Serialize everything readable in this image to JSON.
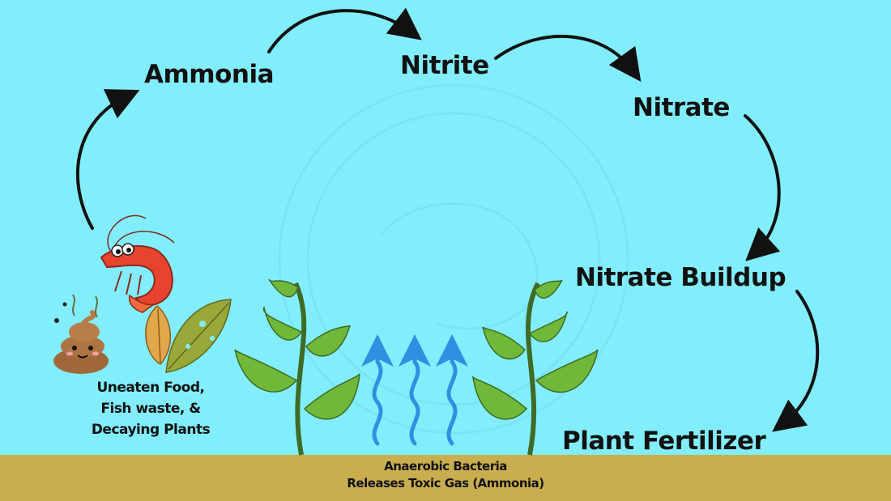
{
  "stages": {
    "ammonia": "Ammonia",
    "nitrite": "Nitrite",
    "nitrate": "Nitrate",
    "nitrate_buildup": "Nitrate Buildup",
    "plant_fertilizer": "Plant Fertilizer"
  },
  "waste_source": {
    "line1": "Uneaten Food,",
    "line2": "Fish waste, &",
    "line3": "Decaying Plants"
  },
  "bacteria": {
    "line1": "Anaerobic Bacteria",
    "line2": "Releases Toxic Gas (Ammonia)"
  },
  "icons": [
    "shrimp-icon",
    "poop-icon",
    "dead-leaf-icon",
    "plant-icon",
    "gas-wave-arrow-icon"
  ],
  "colors": {
    "background": "#82eefd",
    "ground": "#c9ad4e",
    "arrow": "#111111",
    "gas_arrows": "#2f8fe0",
    "leaf": "#6fb83a",
    "stem": "#3e6b25",
    "shrimp": "#e8432f",
    "poop": "#a0683a"
  }
}
